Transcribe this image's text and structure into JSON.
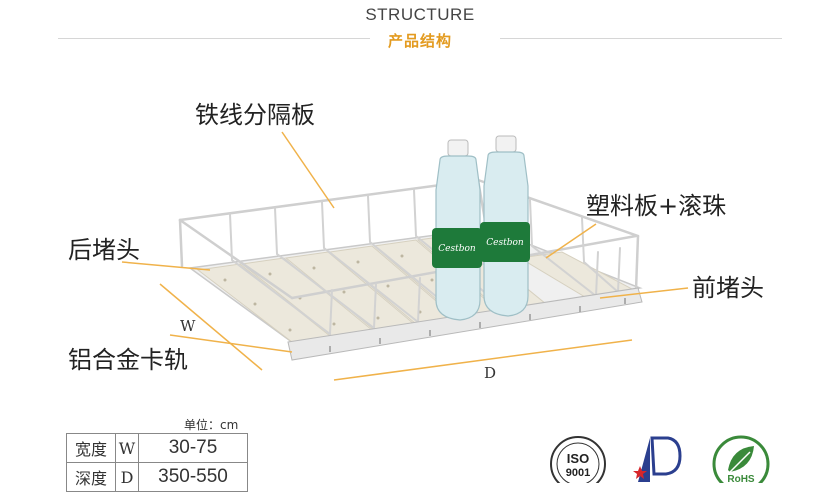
{
  "header": {
    "title_en": "STRUCTURE",
    "title_zh": "产品结构"
  },
  "callouts": {
    "wire_divider": "铁线分隔板",
    "plastic_board_rollers": "塑料板+滚珠",
    "back_stopper": "后堵头",
    "front_stopper": "前堵头",
    "aluminum_rail": "铝合金卡轨"
  },
  "dimensions": {
    "width_letter": "W",
    "depth_letter": "D"
  },
  "bottle_label": "Cestbon",
  "spec_table": {
    "unit": "单位：cm",
    "rows": [
      {
        "name": "宽度",
        "symbol": "W",
        "value": "30-75"
      },
      {
        "name": "深度",
        "symbol": "D",
        "value": "350-550"
      }
    ]
  },
  "certifications": {
    "iso_text": "ISO",
    "iso_number": "9001",
    "rohs_text": "RoHS"
  },
  "colors": {
    "accent": "#e39b20",
    "leader_line": "#f0b24a",
    "wire": "#c8c8c8",
    "board": "#ece8dc",
    "bottle_label": "#1e7a3a"
  }
}
